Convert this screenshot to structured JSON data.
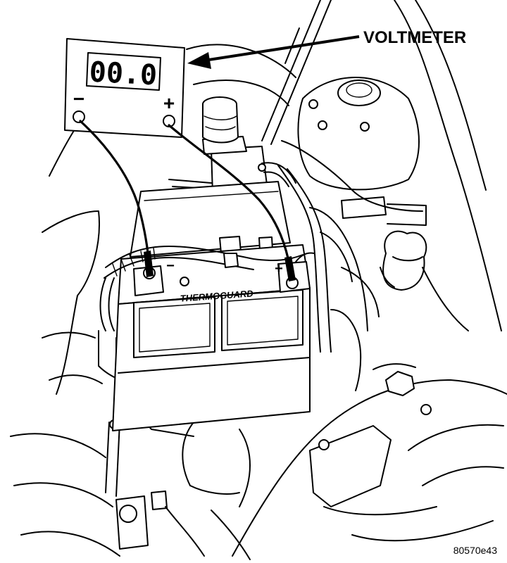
{
  "labels": {
    "callout": "VOLTMETER",
    "figure_id": "80570e43",
    "battery_brand": "THERMOGUARD"
  },
  "voltmeter": {
    "reading": "00.0",
    "negative_symbol": "−",
    "positive_symbol": "+"
  },
  "battery": {
    "negative_post": "−",
    "positive_post": "+"
  }
}
